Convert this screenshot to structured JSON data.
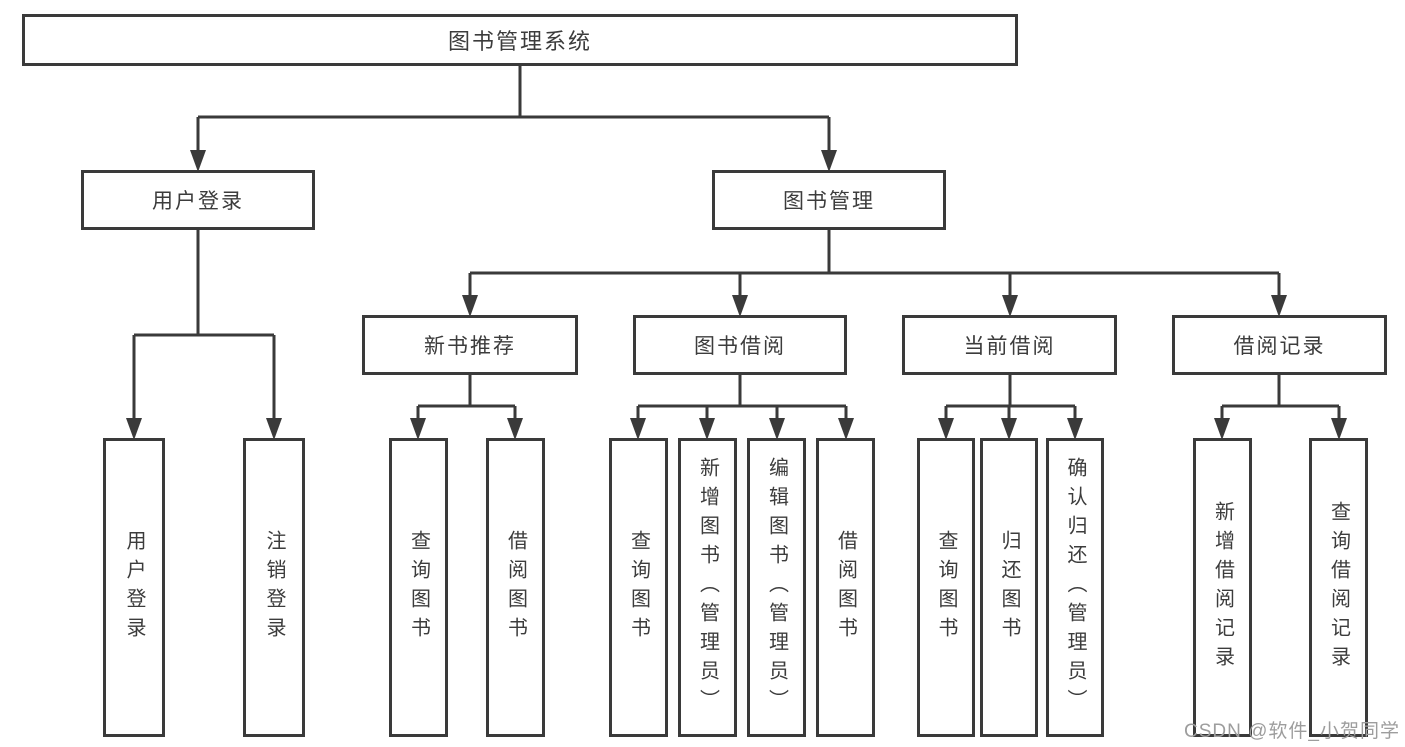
{
  "tree": {
    "label": "图书管理系统",
    "children": [
      {
        "label": "用户登录",
        "children": [
          {
            "label": "用户登录"
          },
          {
            "label": "注销登录"
          }
        ]
      },
      {
        "label": "图书管理",
        "children": [
          {
            "label": "新书推荐",
            "children": [
              {
                "label": "查询图书"
              },
              {
                "label": "借阅图书"
              }
            ]
          },
          {
            "label": "图书借阅",
            "children": [
              {
                "label": "查询图书"
              },
              {
                "label": "新增图书（管理员）"
              },
              {
                "label": "编辑图书（管理员）"
              },
              {
                "label": "借阅图书"
              }
            ]
          },
          {
            "label": "当前借阅",
            "children": [
              {
                "label": "查询图书"
              },
              {
                "label": "归还图书"
              },
              {
                "label": "确认归还（管理员）"
              }
            ]
          },
          {
            "label": "借阅记录",
            "children": [
              {
                "label": "新增借阅记录"
              },
              {
                "label": "查询借阅记录"
              }
            ]
          }
        ]
      }
    ]
  },
  "watermark": {
    "text": "CSDN @软件_小贺同学"
  },
  "colors": {
    "line": "#3a3a3a",
    "box_border": "#3a3a3a",
    "text": "#3c3c3c",
    "watermark": "#9d9d9d",
    "background": "#ffffff"
  }
}
